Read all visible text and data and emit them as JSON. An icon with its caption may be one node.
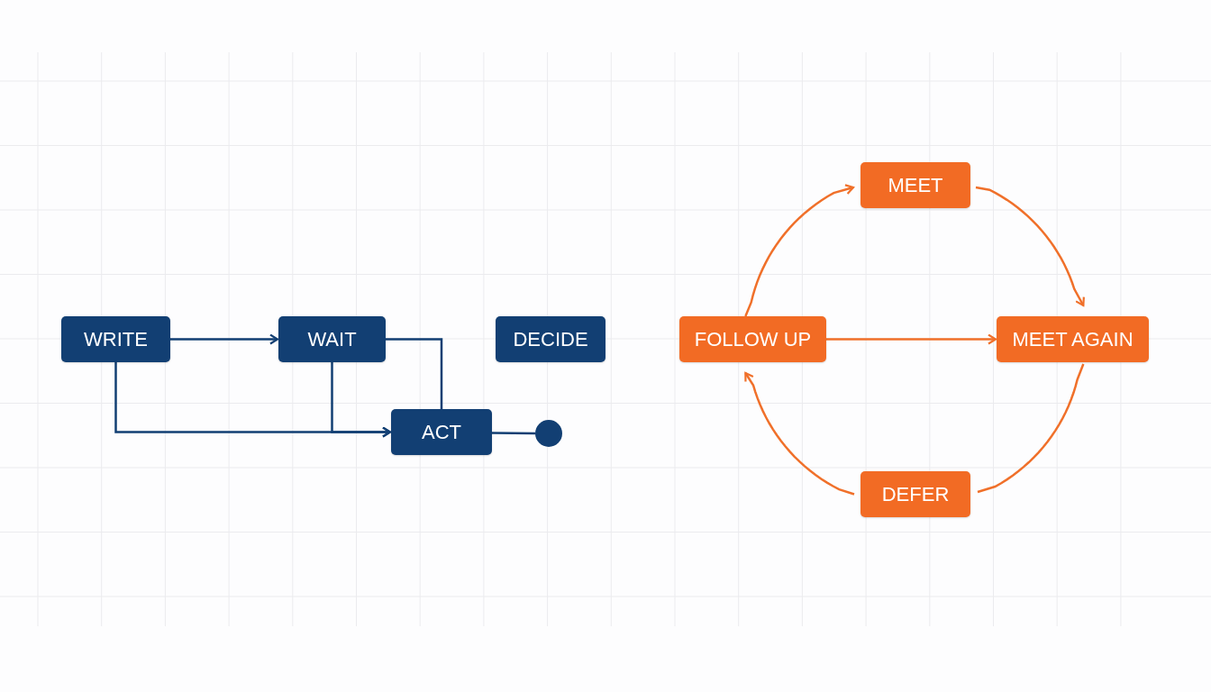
{
  "diagram": {
    "nodes": [
      {
        "text": [
          "WRITE"
        ]
      },
      {
        "text": [
          "WAIT"
        ]
      },
      {
        "text": [
          "DECIDE"
        ]
      },
      {
        "text": [
          "ACT"
        ]
      },
      {
        "text": [],
        "shape": "circle"
      },
      {
        "text": [
          "MEET"
        ]
      },
      {
        "text": [
          "FOLLOW UP"
        ]
      },
      {
        "text": [
          "MEET AGAIN"
        ]
      },
      {
        "text": [
          "DEFER"
        ]
      }
    ],
    "edges": [
      {
        "from": 0,
        "to": 1,
        "arrow": "to"
      },
      {
        "from": 0,
        "to": 3,
        "arrow": "to"
      },
      {
        "from": 1,
        "to": 3,
        "arrow": "to"
      },
      {
        "from": 1,
        "to": 3,
        "arrow": "none"
      },
      {
        "from": 3,
        "to": 4,
        "arrow": "none"
      },
      {
        "from": 6,
        "to": 5,
        "arrow": "to",
        "color": "#f0702a"
      },
      {
        "from": 5,
        "to": 7,
        "arrow": "to",
        "color": "#f0702a"
      },
      {
        "from": 6,
        "to": 7,
        "arrow": "to",
        "color": "#f0702a"
      },
      {
        "from": 7,
        "to": 8,
        "arrow": "none",
        "color": "#f0702a"
      },
      {
        "from": 8,
        "to": 6,
        "arrow": "to",
        "color": "#f0702a"
      }
    ]
  }
}
